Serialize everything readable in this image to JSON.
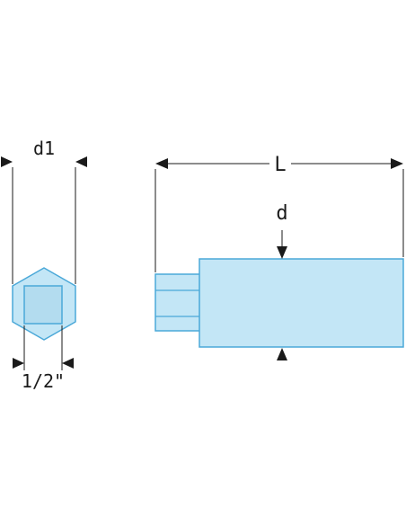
{
  "labels": {
    "d1": "d1",
    "square_drive": "1/2\"",
    "length": "L",
    "diameter": "d"
  },
  "colors": {
    "fill": "#c3e6f6",
    "fill_dark": "#b3dcef",
    "stroke": "#4aa8d8",
    "line": "#1a1a1a",
    "background": "#ffffff"
  }
}
